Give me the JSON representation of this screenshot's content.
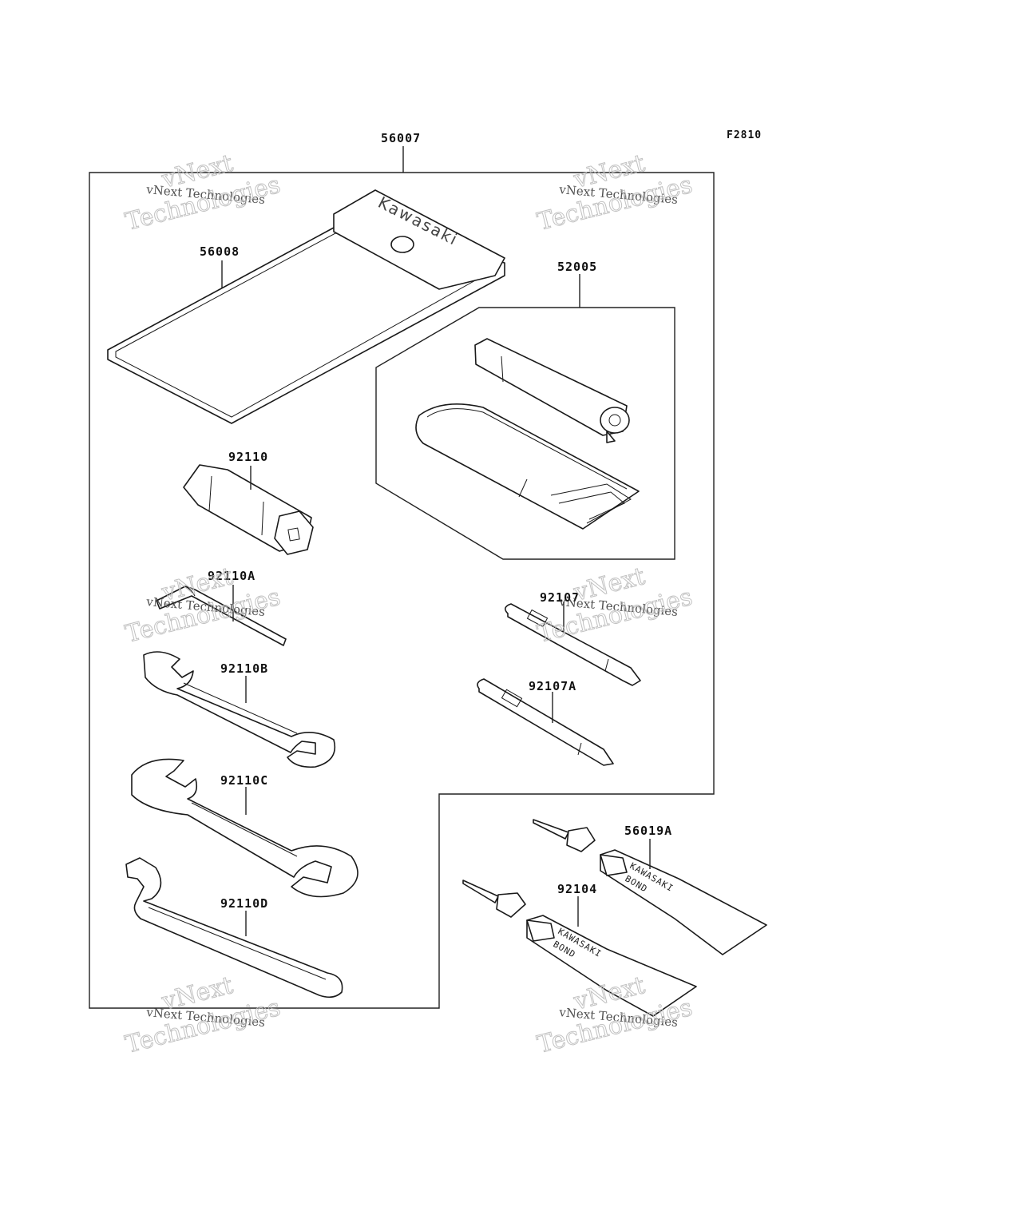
{
  "figure_code": "F2810",
  "parts": {
    "p56007": "56007",
    "p56008": "56008",
    "p52005": "52005",
    "p92110": "92110",
    "p92110A": "92110A",
    "p92107": "92107",
    "p92110B": "92110B",
    "p92107A": "92107A",
    "p92110C": "92110C",
    "p56019A": "56019A",
    "p92104": "92104",
    "p92110D": "92110D"
  },
  "pouch_brand": "Kawasaki",
  "tube_label": {
    "line1": "KAWASAKI",
    "line2": "BOND"
  },
  "watermark": {
    "line1": "vNext Technologies",
    "line2": "Technologies",
    "arc": "vNext"
  }
}
